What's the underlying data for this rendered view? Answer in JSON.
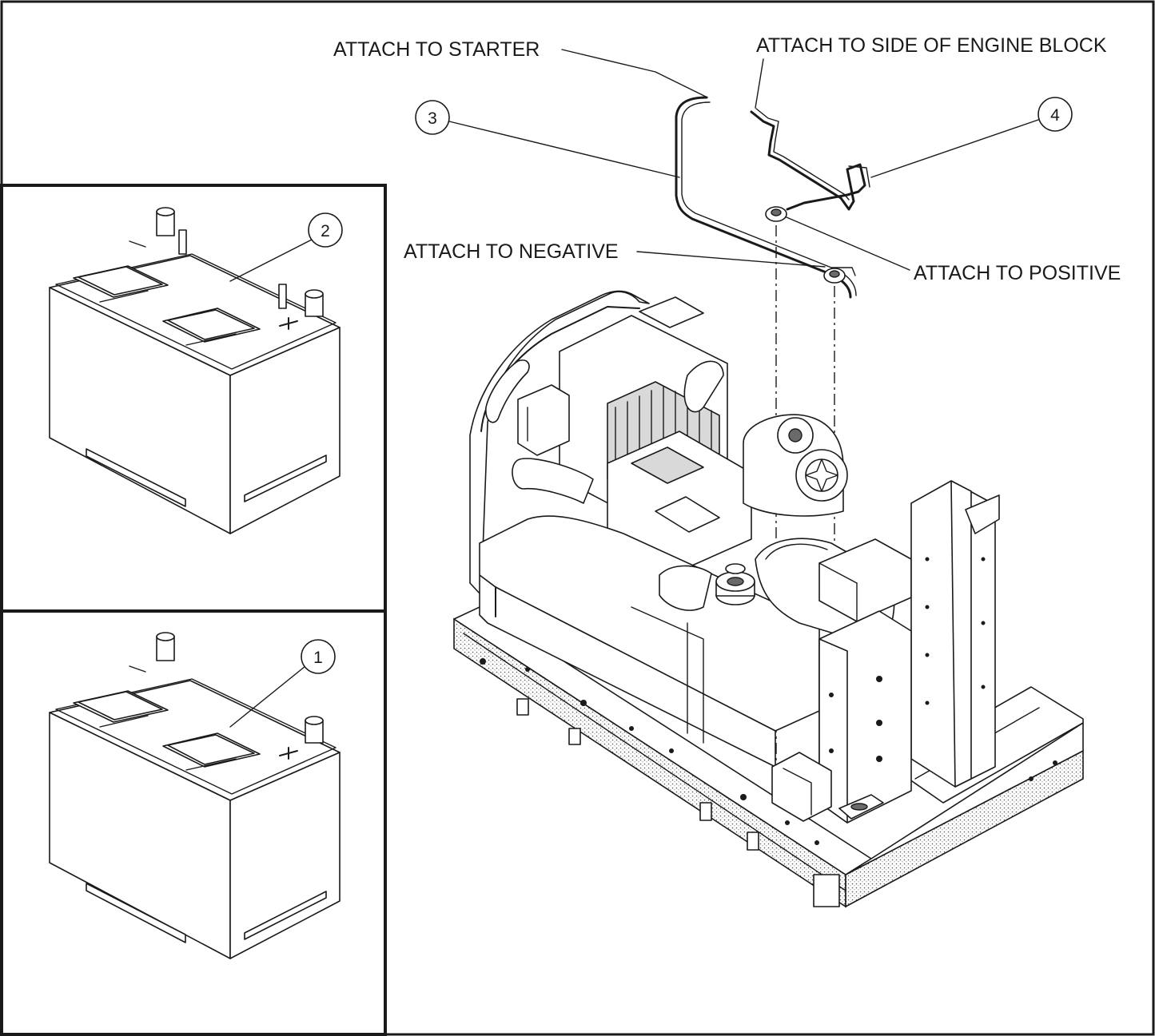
{
  "callouts": {
    "starter": "ATTACH TO STARTER",
    "engine_block": "ATTACH TO SIDE OF ENGINE BLOCK",
    "negative": "ATTACH TO NEGATIVE",
    "positive": "ATTACH TO POSITIVE"
  },
  "items": [
    {
      "number": "1",
      "part": "battery"
    },
    {
      "number": "2",
      "part": "battery"
    },
    {
      "number": "3",
      "part": "cable"
    },
    {
      "number": "4",
      "part": "cable"
    }
  ]
}
